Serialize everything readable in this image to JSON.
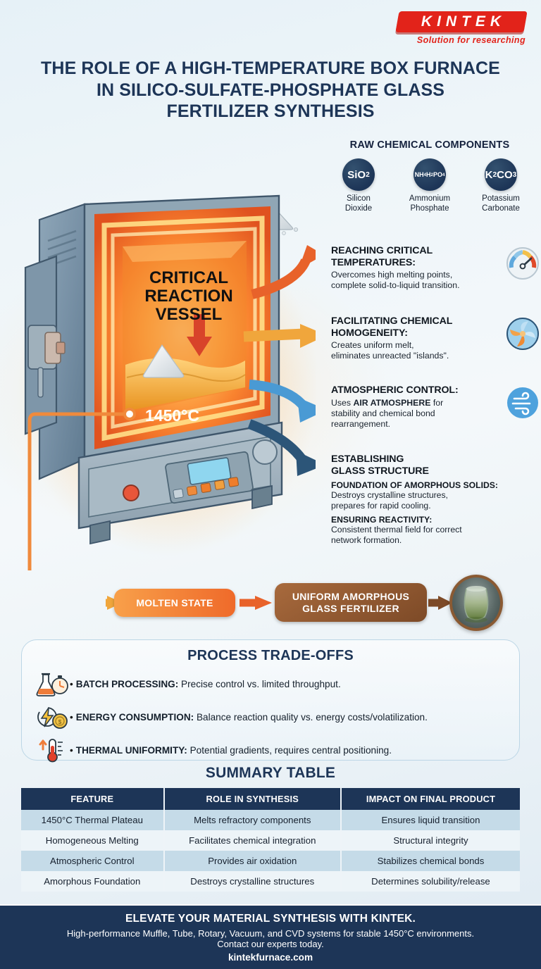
{
  "brand": {
    "logo_text": "KINTEK",
    "logo_tagline": "Solution for researching"
  },
  "header": {
    "title_line1": "THE ROLE OF A HIGH-TEMPERATURE BOX FURNACE",
    "title_line2": "IN SILICO-SULFATE-PHOSPHATE GLASS",
    "title_line3": "FERTILIZER SYNTHESIS"
  },
  "raw_components": {
    "title": "RAW CHEMICAL COMPONENTS",
    "items": [
      {
        "formula": "SiO2",
        "formula_base": "SiO",
        "formula_sub": "2",
        "name_line1": "Silicon",
        "name_line2": "Dioxide"
      },
      {
        "formula": "NH4H2PO4",
        "name_line1": "Ammonium",
        "name_line2": "Phosphate"
      },
      {
        "formula": "K2CO3",
        "name_line1": "Potassium",
        "name_line2": "Carbonate"
      }
    ]
  },
  "furnace": {
    "vessel_label_line1": "CRITICAL",
    "vessel_label_line2": "REACTION",
    "vessel_label_line3": "VESSEL",
    "temperature": "1450°C"
  },
  "steps": [
    {
      "heading_line1": "REACHING CRITICAL",
      "heading_line2": "TEMPERATURES:",
      "body_line1": "Overcomes high melting points,",
      "body_line2": "complete solid-to-liquid transition.",
      "icon": "gauge-icon",
      "arrow_color": "#e8622a"
    },
    {
      "heading_line1": "FACILITATING CHEMICAL",
      "heading_line2": "HOMOGENEITY:",
      "body_line1": "Creates uniform melt,",
      "body_line2": "eliminates unreacted \"islands\".",
      "icon": "swirl-icon",
      "arrow_color": "#f0a63c"
    },
    {
      "heading_line1": "ATMOSPHERIC CONTROL:",
      "heading_line2": "",
      "body_prefix": "Uses ",
      "body_strong": "AIR ATMOSPHERE",
      "body_suffix": " for",
      "body_line2": "stability and chemical bond",
      "body_line3": "rearrangement.",
      "icon": "wind-icon",
      "arrow_color": "#4a9ad4"
    },
    {
      "heading_line1": "ESTABLISHING",
      "heading_line2": "GLASS STRUCTURE",
      "sub1_title": "FOUNDATION OF AMORPHOUS SOLIDS:",
      "sub1_line1": "Destroys crystalline structures,",
      "sub1_line2": "prepares for rapid cooling.",
      "sub2_title": "ENSURING REACTIVITY:",
      "sub2_line1": "Consistent thermal field for correct",
      "sub2_line2": "network formation.",
      "arrow_color": "#2c5578"
    }
  ],
  "flow": {
    "molten_label": "MOLTEN STATE",
    "product_line1": "UNIFORM AMORPHOUS",
    "product_line2": "GLASS FERTILIZER",
    "result_icon": "glass-beaker-icon"
  },
  "tradeoffs": {
    "title": "PROCESS TRADE-OFFS",
    "items": [
      {
        "icon": "flask-timer-icon",
        "label": "BATCH PROCESSING:",
        "text": " Precise control vs. limited throughput."
      },
      {
        "icon": "energy-coin-icon",
        "label": "ENERGY CONSUMPTION:",
        "text": " Balance reaction quality vs. energy costs/volatilization."
      },
      {
        "icon": "thermometer-icon",
        "label": "THERMAL UNIFORMITY:",
        "text": " Potential gradients, requires central positioning."
      }
    ]
  },
  "summary": {
    "title": "SUMMARY TABLE",
    "headers": [
      "FEATURE",
      "ROLE IN SYNTHESIS",
      "IMPACT ON FINAL PRODUCT"
    ],
    "rows": [
      [
        "1450°C Thermal Plateau",
        "Melts refractory components",
        "Ensures liquid transition"
      ],
      [
        "Homogeneous Melting",
        "Facilitates chemical integration",
        "Structural integrity"
      ],
      [
        "Atmospheric Control",
        "Provides air oxidation",
        "Stabilizes chemical bonds"
      ],
      [
        "Amorphous Foundation",
        "Destroys crystalline structures",
        "Determines solubility/release"
      ]
    ]
  },
  "footer": {
    "line1": "ELEVATE YOUR MATERIAL SYNTHESIS WITH KINTEK.",
    "line2": "High-performance Muffle, Tube, Rotary, Vacuum, and CVD systems for stable 1450°C environments.",
    "line3": "Contact our experts today.",
    "line4": "kintekfurnace.com"
  },
  "colors": {
    "navy": "#1d3557",
    "brand_red": "#e2231a",
    "orange": "#ef6a2a",
    "amber": "#f0a63c",
    "blue": "#4a9ad4",
    "brown": "#7d4a27"
  }
}
